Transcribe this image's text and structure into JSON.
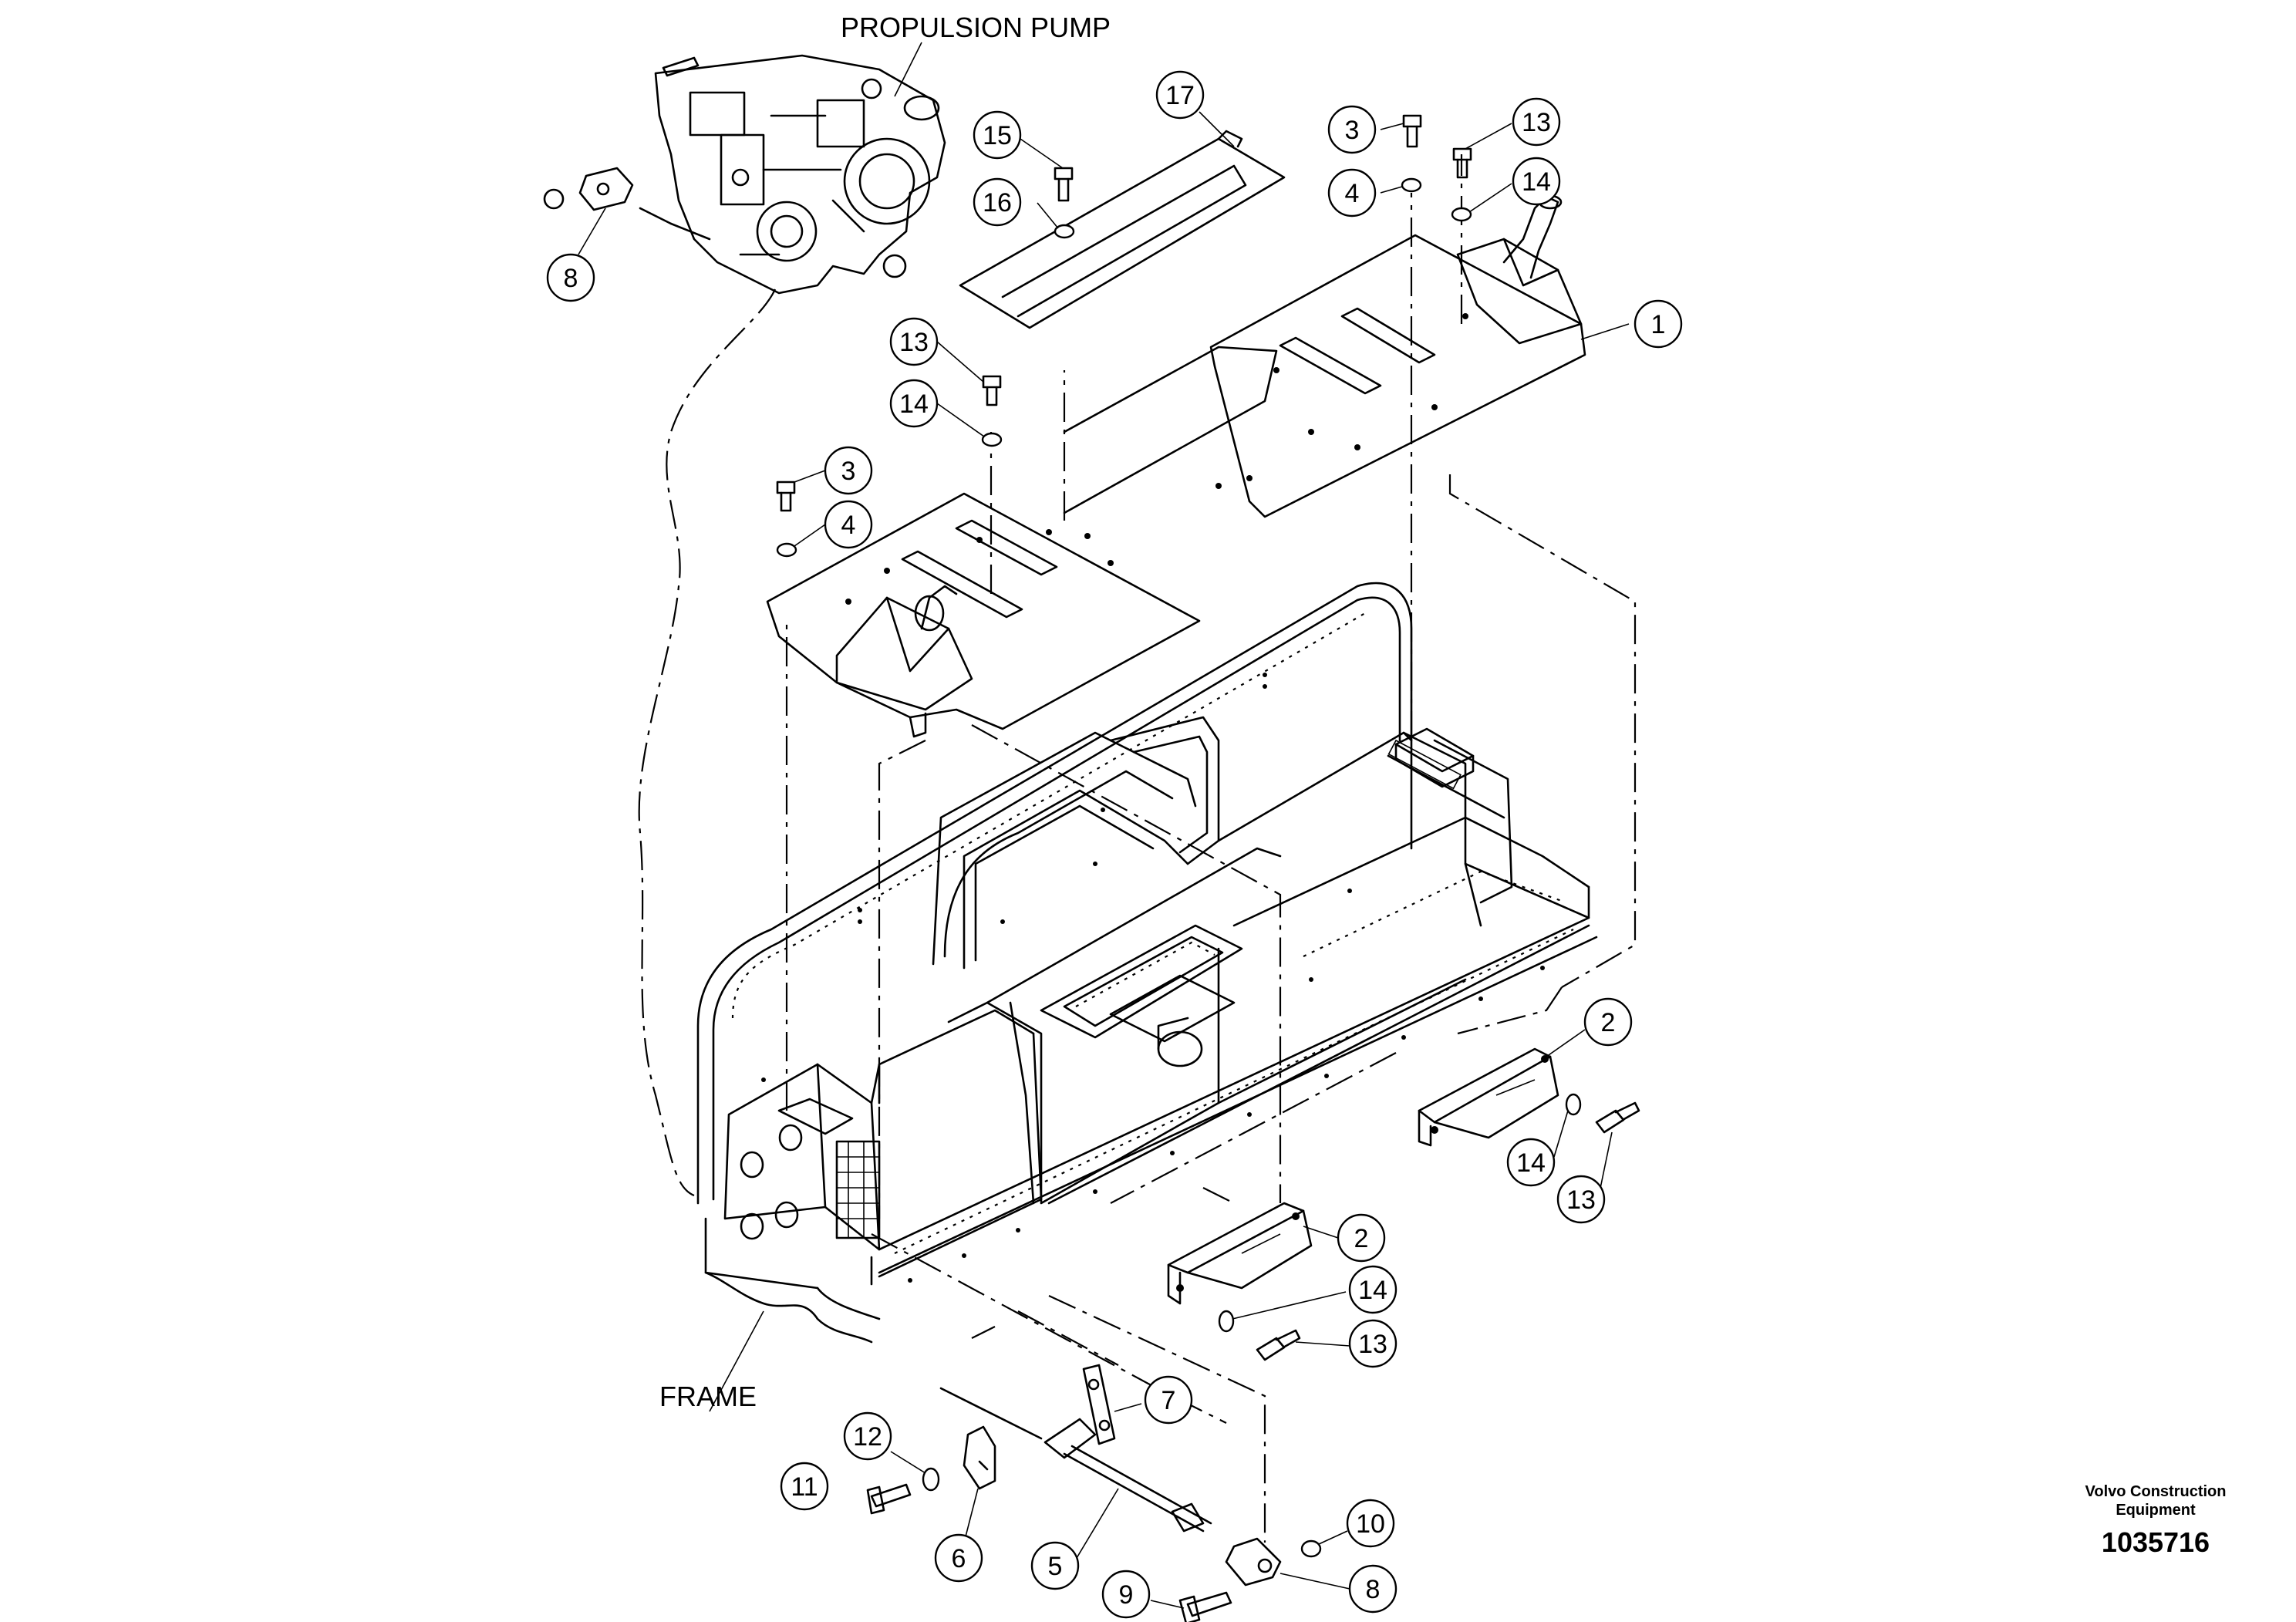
{
  "labels": {
    "propulsion_pump": "PROPULSION PUMP",
    "frame": "FRAME",
    "brand_line1": "Volvo Construction",
    "brand_line2": "Equipment",
    "doc_number": "1035716"
  },
  "callouts": [
    {
      "id": "c17",
      "text": "17"
    },
    {
      "id": "c15",
      "text": "15"
    },
    {
      "id": "c16",
      "text": "16"
    },
    {
      "id": "c3a",
      "text": "3"
    },
    {
      "id": "c4a",
      "text": "4"
    },
    {
      "id": "c13a",
      "text": "13"
    },
    {
      "id": "c14a",
      "text": "14"
    },
    {
      "id": "c1",
      "text": "1"
    },
    {
      "id": "c8a",
      "text": "8"
    },
    {
      "id": "c13b",
      "text": "13"
    },
    {
      "id": "c14b",
      "text": "14"
    },
    {
      "id": "c3b",
      "text": "3"
    },
    {
      "id": "c4b",
      "text": "4"
    },
    {
      "id": "c2a",
      "text": "2"
    },
    {
      "id": "c14c",
      "text": "14"
    },
    {
      "id": "c13c",
      "text": "13"
    },
    {
      "id": "c2b",
      "text": "2"
    },
    {
      "id": "c14d",
      "text": "14"
    },
    {
      "id": "c13d",
      "text": "13"
    },
    {
      "id": "c7",
      "text": "7"
    },
    {
      "id": "c12",
      "text": "12"
    },
    {
      "id": "c11",
      "text": "11"
    },
    {
      "id": "c6",
      "text": "6"
    },
    {
      "id": "c5",
      "text": "5"
    },
    {
      "id": "c10",
      "text": "10"
    },
    {
      "id": "c9",
      "text": "9"
    },
    {
      "id": "c8b",
      "text": "8"
    }
  ]
}
